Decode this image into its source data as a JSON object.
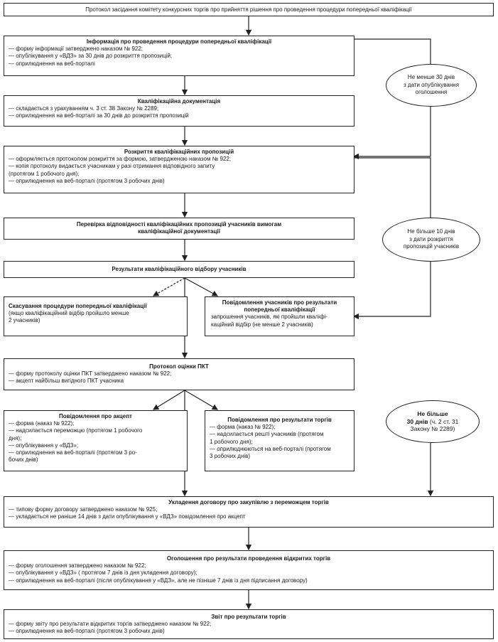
{
  "boxes": {
    "protocol": {
      "title": "Протокол засідання комітету конкурсних торгів про прийняття рішення про проведення процедури попередньої кваліфікації"
    },
    "info": {
      "title": "Інформація про проведення процедури попередньої кваліфікації",
      "items": [
        "— форму інформації затверджено наказом № 922;",
        "— опублікування у «ВДЗ» за 30 днів до розкриття пропозицій;",
        "— оприлюднення на веб-порталі"
      ]
    },
    "docs": {
      "title": "Кваліфікаційна документація",
      "items": [
        "— складається з урахуванням ч. 3 ст. 38 Закону № 2289;",
        "— оприлюднення на веб-порталі за 30 днів до розкриття пропозицій"
      ]
    },
    "opening": {
      "title": "Розкриття кваліфікаційних пропозицій",
      "items": [
        "— оформляється протоколом розкриття за формою, затвердженою наказом № 922;",
        "— копія протоколу видається учасникам у разі отримання відповідного запиту",
        "(протягом 1 робочого дня);",
        "— оприлюднення на веб-порталі (протягом 3 робочих днів)"
      ]
    },
    "check": {
      "title": "Перевірка відповідності кваліфікаційних пропозицій учасників вимогам кваліфікаційної документації"
    },
    "results": {
      "title": "Результати кваліфікаційного відбору учасників"
    },
    "cancel": {
      "title": "Скасування процедури попередньої кваліфікації",
      "items": [
        "(якщо кваліфікаційний відбір пройшло менше",
        "2 учасників)"
      ]
    },
    "notify": {
      "title": "Повідомлення учасників про результати попередньої кваліфікації",
      "items": [
        "запрошення учасників, які пройшли кваліфі-",
        "каційний відбір (не менше 2 учасників)"
      ]
    },
    "evaluation": {
      "title": "Протокол оцінки ПКТ",
      "items": [
        "— форму протоколу оцінки ПКТ затверджено наказом № 922;",
        "— акцепт найбільш вигідного ПКТ учасника"
      ]
    },
    "accept": {
      "title": "Повідомлення про акцепт",
      "items": [
        "— форма (наказ № 922);",
        "— надсилається переможцю (протягом 1 робочого",
        "дня);",
        "— опублікування у «ВДЗ»;",
        "— оприлюднення на веб-порталі (протягом 3 ро-",
        "бочих днів)"
      ]
    },
    "tender_results": {
      "title": "Повідомлення про результати торгів",
      "items": [
        "— форма (наказ № 922);",
        "— надсилається решті учасників (протягом",
        "1 робочого дня);",
        "— оприлюднюються на веб-порталі (протягом",
        "3 робочих днів)"
      ]
    },
    "contract": {
      "title": "Укладення договору про закупівлю з переможцем торгів",
      "items": [
        "— типову форму договору затверджено наказом № 925;",
        "— укладається не раніше 14 днів з дати опублікування у «ВДЗ» повідомлення про акцепт"
      ]
    },
    "announcement": {
      "title": "Оголошення про результати проведення відкритих торгів",
      "items": [
        "— форму оголошення затверджено наказом № 922;",
        "— опублікування у «ВДЗ» ( протягом 7 днів із дня укладення договору);",
        "— оприлюднення на веб-порталі (після опублікування у «ВДЗ», але не пізніше 7 днів із дня підписання договору)"
      ]
    },
    "report": {
      "title": "Звіт про результати торгів",
      "items": [
        "— форму звіту про результати відкритих торгів затверджено наказом № 922;",
        "— оприлюднення на веб-порталі (протягом 3 робочих днів)"
      ]
    }
  },
  "ovals": {
    "o1": [
      "Не менше 30 днів",
      "з дати опублікування",
      "оголошення"
    ],
    "o2": [
      "Не більше 10 днів",
      "з дати розкриття",
      "пропозицій учасників"
    ],
    "o3": {
      "l1": "Не більше",
      "l2b": "30 днів",
      "l2": " (ч. 2 ст. 31",
      "l3": "Закону № 2289)"
    }
  }
}
